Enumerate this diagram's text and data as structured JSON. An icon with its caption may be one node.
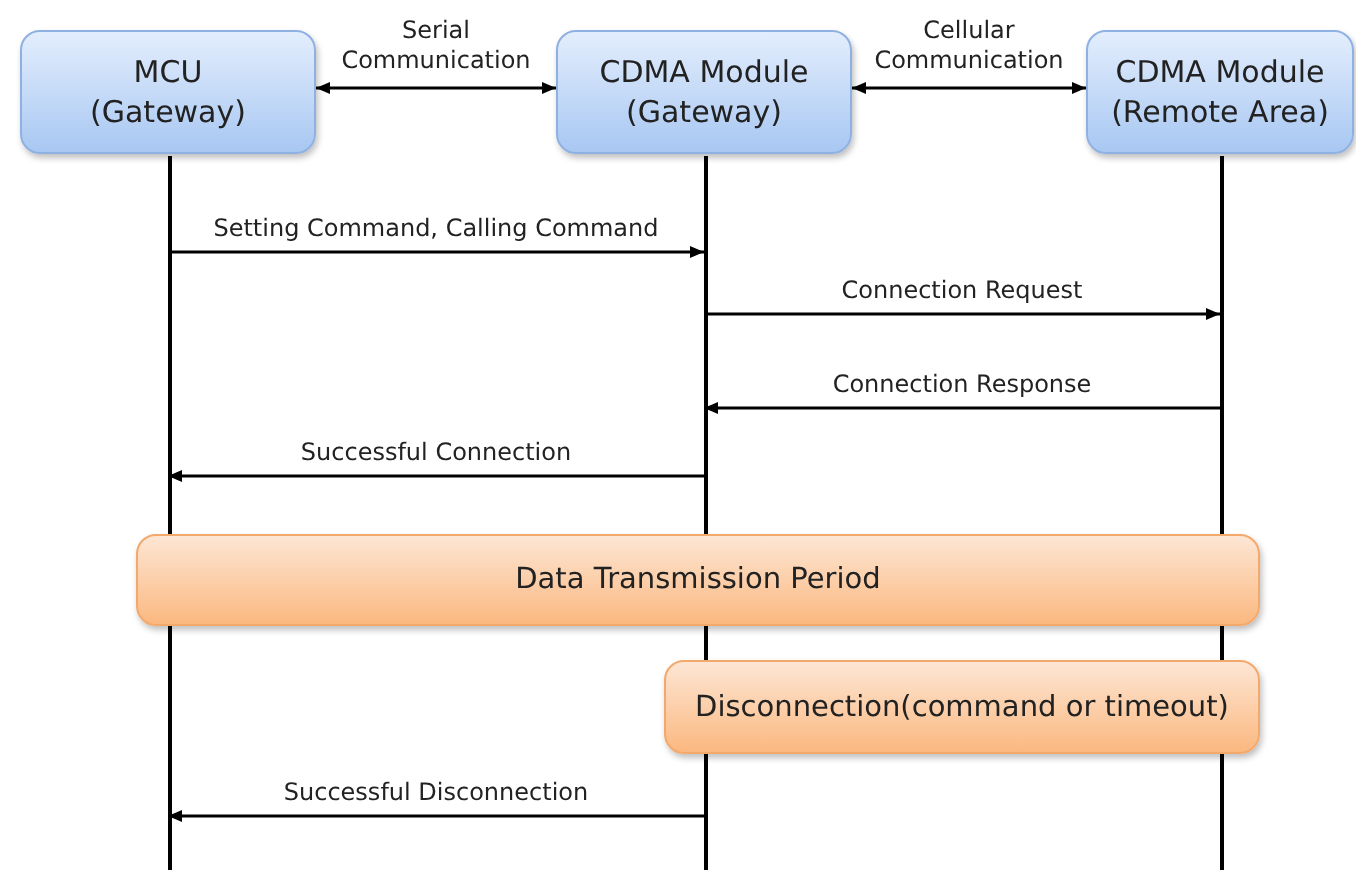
{
  "diagram": {
    "nodes": [
      {
        "text": [
          "MCU (Gateway)"
        ]
      },
      {
        "text": [
          "CDMA Module (Gateway)"
        ]
      },
      {
        "text": [
          "CDMA Module (Remote Area)"
        ]
      },
      {
        "text": [
          "Data Transmission Period"
        ]
      },
      {
        "text": [
          "Disconnection(command or timeout)"
        ]
      }
    ],
    "edges": [
      {
        "from": 0,
        "to": 1,
        "arrow": "both",
        "label": "Serial Communication"
      },
      {
        "from": 1,
        "to": 2,
        "arrow": "both",
        "label": "Cellular Communication"
      },
      {
        "from": 0,
        "to": 1,
        "arrow": "to",
        "label": "Setting Command, Calling Command"
      },
      {
        "from": 1,
        "to": 2,
        "arrow": "to",
        "label": "Connection Request"
      },
      {
        "from": 2,
        "to": 1,
        "arrow": "to",
        "label": "Connection Response"
      },
      {
        "from": 1,
        "to": 0,
        "arrow": "to",
        "label": "Successful Connection"
      },
      {
        "from": 1,
        "to": 0,
        "arrow": "to",
        "label": "Successful Disconnection"
      }
    ]
  }
}
